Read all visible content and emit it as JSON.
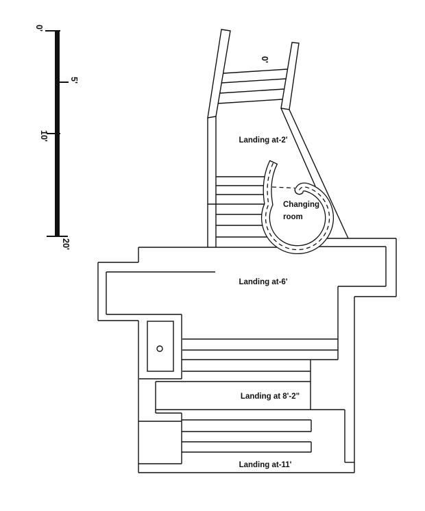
{
  "title": "Stair and landing plan drawing",
  "colors": {
    "line": "#111111",
    "background": "#ffffff"
  },
  "scale_bar": {
    "labels": [
      "0'",
      "5'",
      "10'",
      "20'"
    ]
  },
  "plan_labels": {
    "upper_stair_elev": "0'",
    "landing_2": "Landing at-2'",
    "changing_line1": "Changing",
    "changing_line2": "room",
    "landing_6": "Landing at-6'",
    "landing_8_2": "Landing at 8'-2\"",
    "landing_11": "Landing at-11'"
  }
}
